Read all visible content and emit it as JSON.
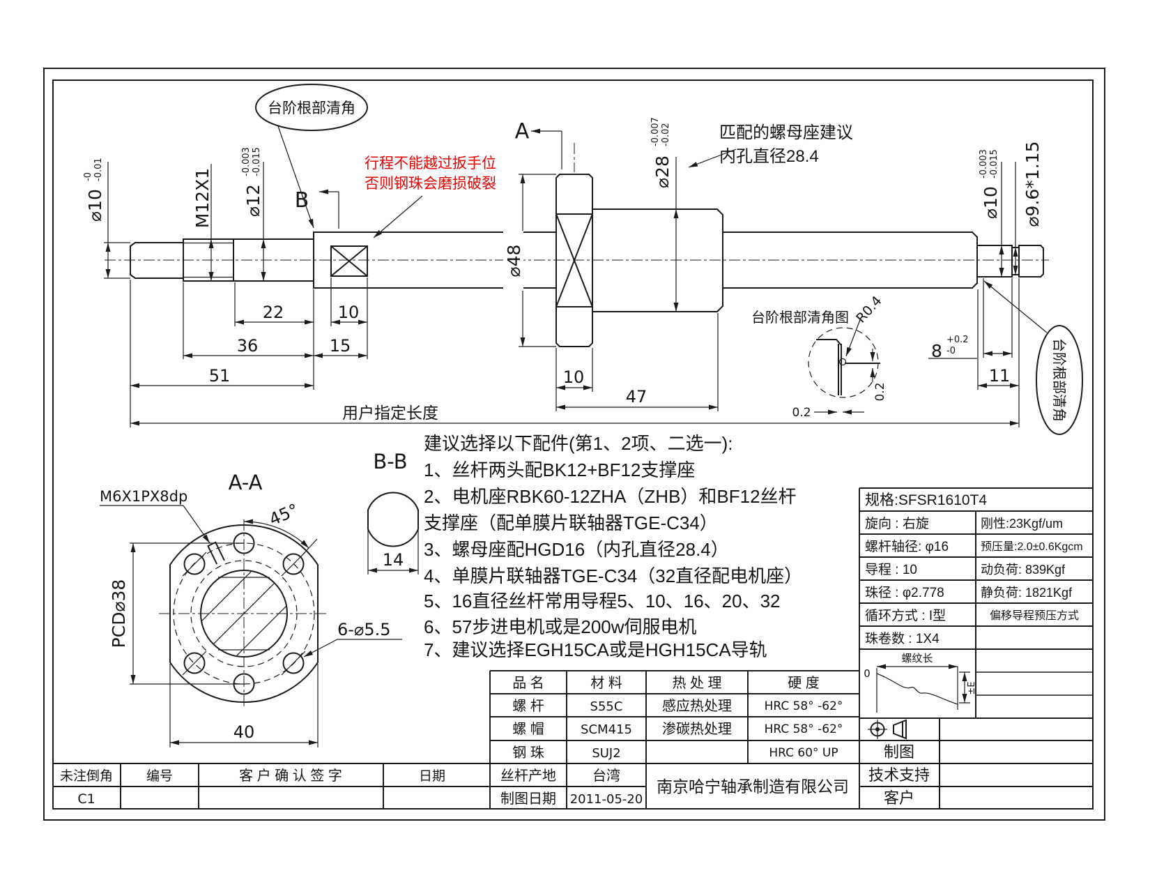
{
  "colors": {
    "line": "#1a1a1a",
    "warning_red": "#e60000"
  },
  "callouts": {
    "step_left": "台阶根部清角",
    "step_right": "台阶根部清角",
    "warning1": "行程不能越过扳手位",
    "warning2": "否则钢珠会磨损破裂",
    "hint1": "匹配的螺母座建议",
    "hint2": "内孔直径28.4",
    "detail_title": "台阶根部清角图",
    "user_length": "用户指定长度",
    "sec_a": "A",
    "sec_b": "B",
    "view_aa": "A-A",
    "view_bb": "B-B"
  },
  "dims": {
    "d10l": "⌀10",
    "d10l_u": "-0",
    "d10l_d": "-0.01",
    "m12": "M12X1",
    "d12": "⌀12",
    "d12_u": "-0.003",
    "d12_d": "-0.015",
    "d48": "⌀48",
    "d28": "⌀28",
    "d28_u": "-0.007",
    "d28_d": "-0.02",
    "d10r": "⌀10",
    "d10r_u": "-0.003",
    "d10r_d": "-0.015",
    "d96": "⌀9.6*1.15",
    "n8": "8",
    "n8_u": "+0.2",
    "n8_d": "-0",
    "n22": "22",
    "n36": "36",
    "n51": "51",
    "n10a": "10",
    "n15": "15",
    "n10b": "10",
    "n47": "47",
    "n11": "11",
    "r04": "R0.4",
    "g02h": "0.2",
    "g02v": "0.2",
    "m6": "M6X1PX8dp",
    "deg45": "45°",
    "pcd": "PCD⌀38",
    "holes": "6-⌀5.5",
    "n40": "40",
    "n14": "14"
  },
  "notes": {
    "lines": [
      "建议选择以下配件(第1、2项、二选一):",
      "1、丝杆两头配BK12+BF12支撑座",
      "2、电机座RBK60-12ZHA（ZHB）和BF12丝杆",
      "支撑座（配单膜片联轴器TGE-C34）",
      "3、螺母座配HGD16（内孔直径28.4）",
      "4、单膜片联轴器TGE-C34（32直径配电机座）",
      "5、16直径丝杆常用导程5、10、16、20、32",
      "6、57步进电机或是200w伺服电机",
      "7、建议选择EGH15CA或是HGH15CA导轨"
    ]
  },
  "spec": {
    "title": "规格:SFSR1610T4",
    "rows": [
      {
        "l": "旋向 :  右旋",
        "r": "刚性:23Kgf/um"
      },
      {
        "l": "螺杆轴径: φ16",
        "r": "预压量:2.0±0.6Kgcm"
      },
      {
        "l": "导程 :  10",
        "r": "动负荷: 839Kgf"
      },
      {
        "l": "珠径 : φ2.778",
        "r": "静负荷: 1821Kgf"
      },
      {
        "l": "循环方式 : I型",
        "r": "偏移导程预压方式"
      },
      {
        "l": "珠卷数 : 1X4",
        "r": ""
      }
    ],
    "thread_len": "螺纹长",
    "zero": "0",
    "pm_e": "±E",
    "draw_label": "制图",
    "support_label": "技术支持",
    "customer_label": "客户"
  },
  "materials": {
    "headers": [
      "品 名",
      "材 料",
      "热 处 理",
      "硬 度"
    ],
    "rows": [
      [
        "螺 杆",
        "S55C",
        "感应热处理",
        "HRC 58° -62°"
      ],
      [
        "螺 帽",
        "SCM415",
        "渗碳热处理",
        "HRC 58° -62°"
      ],
      [
        "钢 珠",
        "SUJ2",
        "",
        "HRC 60°  UP"
      ]
    ],
    "origin_label": "丝杆产地",
    "origin": "台湾",
    "date_label": "制图日期",
    "date": "2011-05-20",
    "company": "南京哈宁轴承制造有限公司"
  },
  "title_block": {
    "chamfer_label": "未注倒角",
    "chamfer_value": "C1",
    "no_label": "编号",
    "sign_label": "客 户 确 认 签 字",
    "date_label": "日期"
  }
}
